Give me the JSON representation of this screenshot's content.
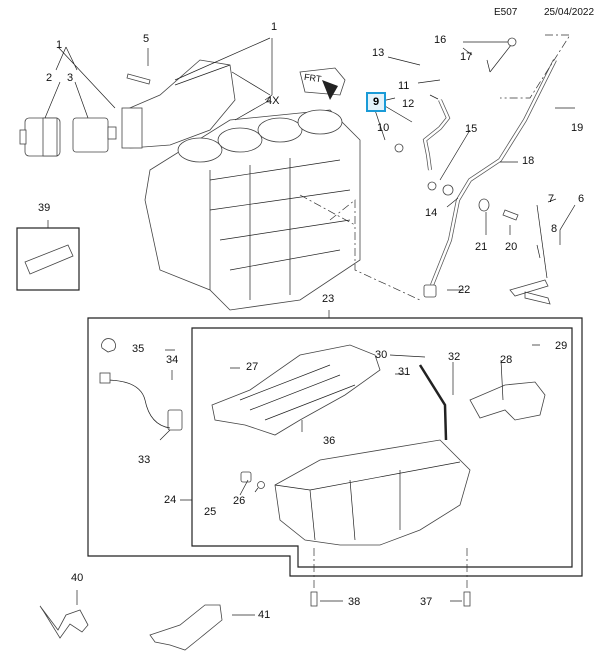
{
  "header": {
    "diagram_code": "E507",
    "date": "25/04/2022"
  },
  "highlighted_callout": "9",
  "highlight_color": "#1a9bd7",
  "direction_marker": "FRT",
  "callouts": {
    "c1a": "1",
    "c1b": "1",
    "c2": "2",
    "c3": "3",
    "c4x": "4X",
    "c5": "5",
    "c6": "6",
    "c7": "7",
    "c8": "8",
    "c10": "10",
    "c11": "11",
    "c12": "12",
    "c13": "13",
    "c14": "14",
    "c15": "15",
    "c16": "16",
    "c17": "17",
    "c18": "18",
    "c19": "19",
    "c20": "20",
    "c21": "21",
    "c22": "22",
    "c23": "23",
    "c24": "24",
    "c25": "25",
    "c26": "26",
    "c27": "27",
    "c28": "28",
    "c29": "29",
    "c30": "30",
    "c31": "31",
    "c32": "32",
    "c33": "33",
    "c34": "34",
    "c35": "35",
    "c36": "36",
    "c37": "37",
    "c38": "38",
    "c39": "39",
    "c40": "40",
    "c41": "41"
  }
}
